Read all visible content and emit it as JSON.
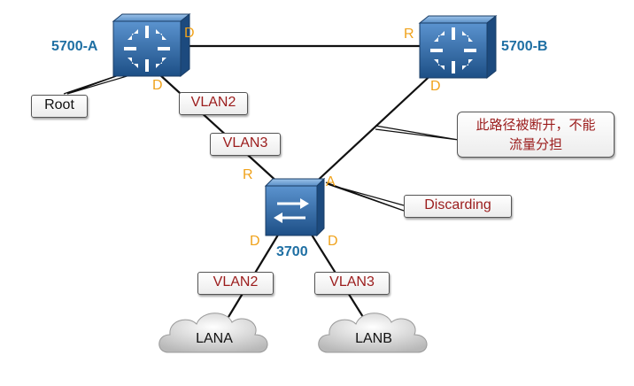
{
  "devices": {
    "sw_a": {
      "label": "5700-A",
      "icon": "core-switch-icon"
    },
    "sw_b": {
      "label": "5700-B",
      "icon": "core-switch-icon"
    },
    "sw_c": {
      "label": "3700",
      "icon": "access-switch-icon"
    }
  },
  "ports": {
    "a_to_b": "D",
    "a_down": "D",
    "b_to_a": "R",
    "b_down": "D",
    "c_up_a": "R",
    "c_up_b": "A",
    "c_down_left": "D",
    "c_down_right": "D"
  },
  "labels": {
    "root": "Root",
    "vlan2_top": "VLAN2",
    "vlan3_top": "VLAN3",
    "discarding": "Discarding",
    "note_line1": "此路径被断开，不能",
    "note_line2": "流量分担",
    "vlan2_bottom": "VLAN2",
    "vlan3_bottom": "VLAN3"
  },
  "clouds": {
    "lan_a": "LANA",
    "lan_b": "LANB"
  },
  "colors": {
    "switch_blue": "#2f6aa8",
    "port_label": "#f0a21b",
    "device_label": "#1e6fa3",
    "vlan_text": "#9b1c1c"
  }
}
